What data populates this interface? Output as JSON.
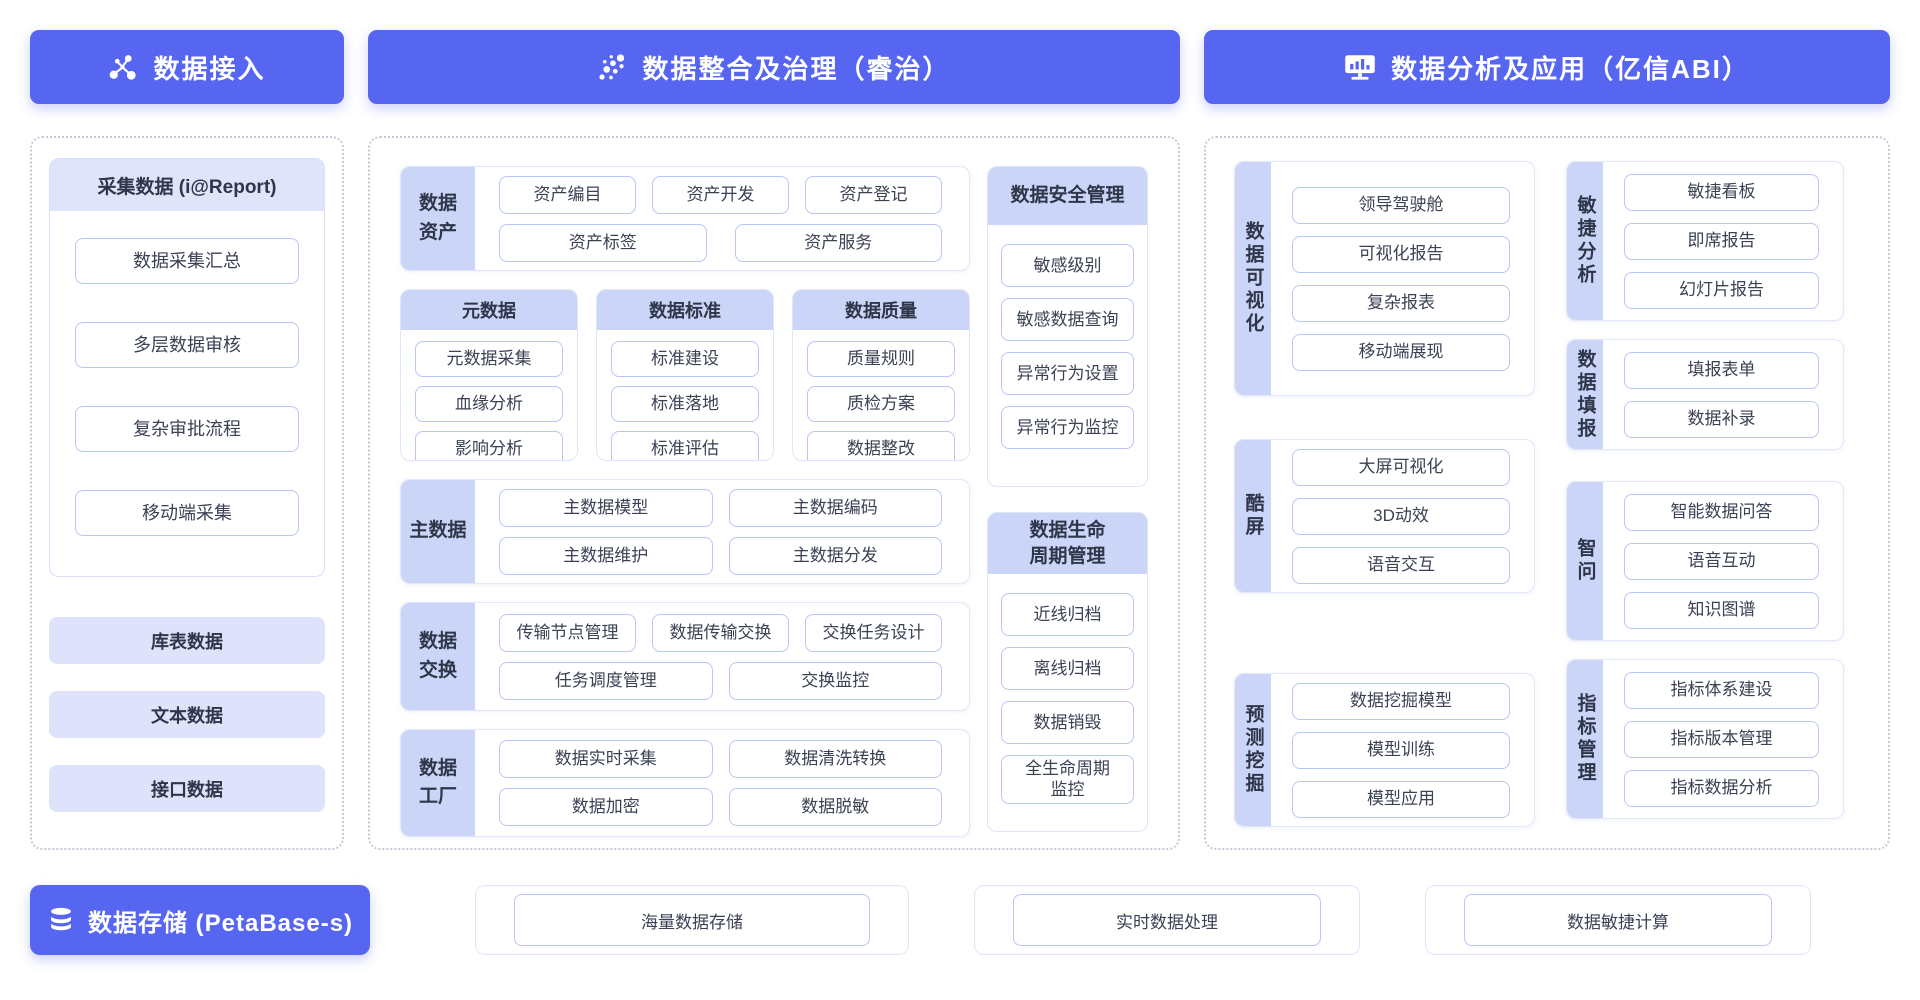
{
  "colors": {
    "primary_blue": "#5666F1",
    "label_purple": "#CBD5F8",
    "pill_purple": "#DEE3FB",
    "button_border": "#B9C5F4",
    "text_dark": "#3B4254"
  },
  "icons": {
    "access": "network-icon",
    "governance": "dots-cluster-icon",
    "analysis": "monitor-chart-icon",
    "storage": "database-icon"
  },
  "headers": {
    "access": "数据接入",
    "governance": "数据整合及治理（睿治）",
    "analysis": "数据分析及应用（亿信ABI）"
  },
  "access_panel": {
    "report_card": {
      "title": "采集数据 (i@Report)",
      "items": [
        "数据采集汇总",
        "多层数据审核",
        "复杂审批流程",
        "移动端采集"
      ]
    },
    "pills": [
      "库表数据",
      "文本数据",
      "接口数据"
    ]
  },
  "governance_panel": {
    "asset": {
      "label": "数据\n资产",
      "row1": [
        "资产编目",
        "资产开发",
        "资产登记"
      ],
      "row2": [
        "资产标签",
        "资产服务"
      ]
    },
    "metadata_card": {
      "title": "元数据",
      "items": [
        "元数据采集",
        "血缘分析",
        "影响分析"
      ]
    },
    "standard_card": {
      "title": "数据标准",
      "items": [
        "标准建设",
        "标准落地",
        "标准评估"
      ]
    },
    "quality_card": {
      "title": "数据质量",
      "items": [
        "质量规则",
        "质检方案",
        "数据整改"
      ]
    },
    "master": {
      "label": "主数据",
      "row1": [
        "主数据模型",
        "主数据编码"
      ],
      "row2": [
        "主数据维护",
        "主数据分发"
      ]
    },
    "exchange": {
      "label": "数据\n交换",
      "row1": [
        "传输节点管理",
        "数据传输交换",
        "交换任务设计"
      ],
      "row2": [
        "任务调度管理",
        "交换监控"
      ]
    },
    "factory": {
      "label": "数据\n工厂",
      "row1": [
        "数据实时采集",
        "数据清洗转换"
      ],
      "row2": [
        "数据加密",
        "数据脱敏"
      ]
    },
    "security_card": {
      "title": "数据安全管理",
      "items": [
        "敏感级别",
        "敏感数据查询",
        "异常行为设置",
        "异常行为监控"
      ]
    },
    "lifecycle_card": {
      "title": "数据生命\n周期管理",
      "items": [
        "近线归档",
        "离线归档",
        "数据销毁",
        "全生命周期\n监控"
      ]
    }
  },
  "analysis_panel": {
    "visualization": {
      "label": "数据可视化",
      "items": [
        "领导驾驶舱",
        "可视化报告",
        "复杂报表",
        "移动端展现"
      ]
    },
    "cool_screen": {
      "label": "酷屏",
      "items": [
        "大屏可视化",
        "3D动效",
        "语音交互"
      ]
    },
    "prediction": {
      "label": "预测挖掘",
      "items": [
        "数据挖掘模型",
        "模型训练",
        "模型应用"
      ]
    },
    "agile": {
      "label": "敏捷分析",
      "items": [
        "敏捷看板",
        "即席报告",
        "幻灯片报告"
      ]
    },
    "filling": {
      "label": "数据填报",
      "items": [
        "填报表单",
        "数据补录"
      ]
    },
    "qa": {
      "label": "智问",
      "items": [
        "智能数据问答",
        "语音互动",
        "知识图谱"
      ]
    },
    "indicator": {
      "label": "指标管理",
      "items": [
        "指标体系建设",
        "指标版本管理",
        "指标数据分析"
      ]
    }
  },
  "storage": {
    "label": "数据存储 (PetaBase-s)"
  },
  "capabilities": [
    "海量数据存储",
    "实时数据处理",
    "数据敏捷计算"
  ]
}
